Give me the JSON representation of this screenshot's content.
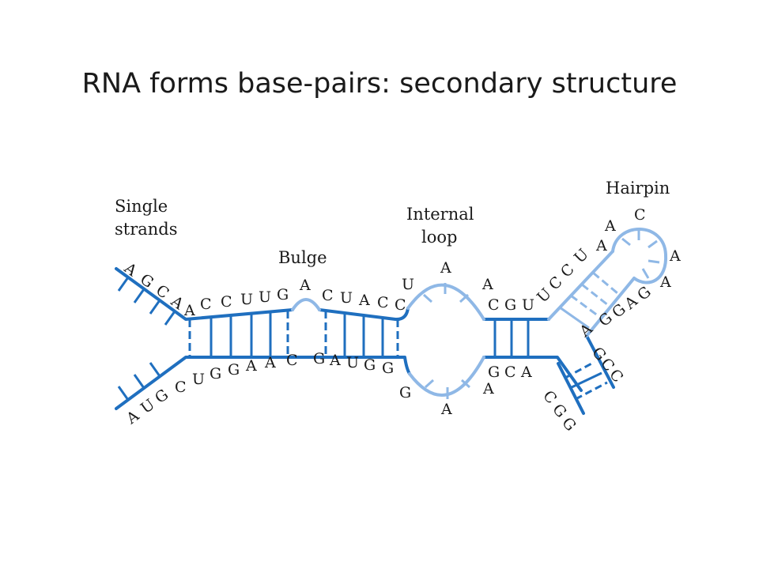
{
  "title": "RNA forms base-pairs: secondary structure",
  "colors": {
    "dark_strand": "#1f6fbf",
    "light_strand": "#8fb8e6",
    "text": "#1a1a1a"
  },
  "labels": {
    "single_strands": [
      "Single",
      "strands"
    ],
    "bulge": "Bulge",
    "internal_loop": [
      "Internal",
      "loop"
    ],
    "hairpin": "Hairpin"
  },
  "bases": {
    "top_tail": [
      "A",
      "G",
      "C",
      "A"
    ],
    "top_stem1": [
      "A",
      "C",
      "C",
      "U",
      "U",
      "G"
    ],
    "bulge": "A",
    "top_stem2": [
      "C",
      "U",
      "A",
      "C",
      "C"
    ],
    "loop_top": [
      "U",
      "A",
      "A"
    ],
    "loop_bottom": [
      "G",
      "A",
      "A"
    ],
    "top_stem3": [
      "C",
      "G",
      "U"
    ],
    "hairpin_up": [
      "U",
      "C",
      "C",
      "U"
    ],
    "hairpin_loop": [
      "A",
      "A",
      "C",
      "A",
      "A"
    ],
    "hairpin_down": [
      "G",
      "A",
      "G",
      "G",
      "A"
    ],
    "stem4_inner": [
      "G",
      "C",
      "C"
    ],
    "tail_end": [
      "C",
      "G",
      "G"
    ],
    "bottom_stem3": [
      "G",
      "C",
      "A"
    ],
    "bottom_stem2": [
      "G",
      "A",
      "U",
      "G",
      "G"
    ],
    "bottom_stem1": [
      "C",
      "U",
      "G",
      "G",
      "A",
      "A",
      "C"
    ],
    "bottom_tail": [
      "A",
      "U",
      "G"
    ]
  }
}
